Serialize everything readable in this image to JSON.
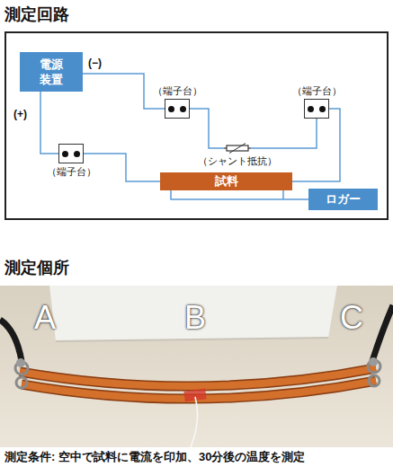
{
  "diagram": {
    "caption": "測定条件: 空中で試料に電流を印加、30分後の温度を測定",
    "nodes": [
      {
        "text": [
          "測定回路"
        ]
      },
      {
        "text": [
          "電源 装置"
        ],
        "in": 0
      },
      {
        "text": [
          "（端子台）"
        ],
        "in": 0
      },
      {
        "text": [
          "（端子台）"
        ],
        "in": 0
      },
      {
        "text": [
          "（端子台）"
        ],
        "in": 0
      },
      {
        "text": [
          "（シャント抵抗）"
        ],
        "in": 0
      },
      {
        "text": [
          "試料"
        ],
        "in": 0
      },
      {
        "text": [
          "ロガー"
        ],
        "in": 0
      },
      {
        "text": [
          "測定個所"
        ]
      }
    ],
    "edges": [
      {
        "from": 1,
        "to": 2,
        "arrow": "none",
        "label": "(−)"
      },
      {
        "from": 2,
        "to": 5,
        "arrow": "none"
      },
      {
        "from": 5,
        "to": 3,
        "arrow": "none"
      },
      {
        "from": 3,
        "to": 6,
        "arrow": "none"
      },
      {
        "from": 1,
        "to": 4,
        "arrow": "none",
        "label": "(+)"
      },
      {
        "from": 4,
        "to": 6,
        "arrow": "none"
      },
      {
        "from": 6,
        "to": 7,
        "arrow": "none"
      }
    ],
    "labels": [
      "A",
      "B",
      "C"
    ]
  }
}
